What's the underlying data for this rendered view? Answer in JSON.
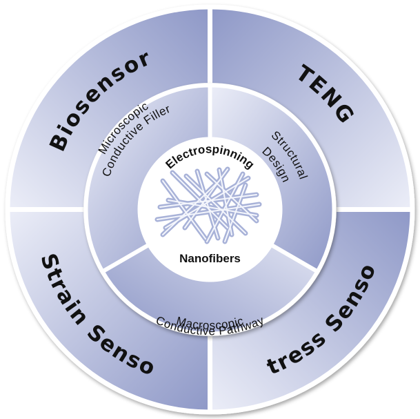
{
  "outer_ring": [
    {
      "label": "Biosensor"
    },
    {
      "label": "TENG"
    },
    {
      "label": "Stress Sensor"
    },
    {
      "label": "Strain Sensor"
    }
  ],
  "middle_ring": [
    {
      "lines": [
        "Microscopic",
        "Conductive Filler"
      ]
    },
    {
      "lines": [
        "Structural",
        "Design"
      ]
    },
    {
      "lines": [
        "Macroscopic",
        "Conductive Pathway"
      ]
    }
  ],
  "core": {
    "top_label": "Electrospinning",
    "bottom_label": "Nanofibers"
  },
  "colors": {
    "shade_dark": "#8e98c7",
    "shade_light": "#eceef8",
    "divider": "#ffffff",
    "text": "#111111",
    "fiber": "#a8b2d8"
  }
}
